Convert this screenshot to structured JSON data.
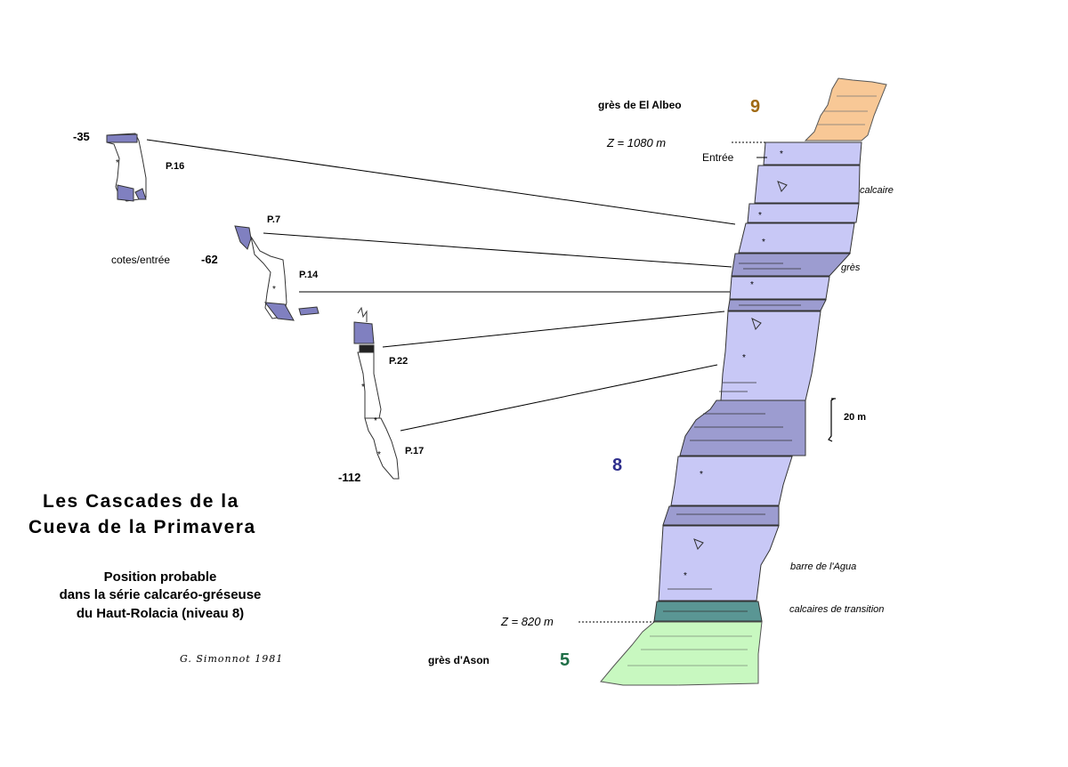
{
  "title": {
    "line1": "Les Cascades de la",
    "line2": "Cueva de la Primavera"
  },
  "subtitle": {
    "line1": "Position probable",
    "line2": "dans la série calcaréo-gréseuse",
    "line3": "du Haut-Rolacia (niveau 8)"
  },
  "signature": "G. Simonnot 1981",
  "depth_labels": {
    "d35": "-35",
    "d62": "-62",
    "d112": "-112",
    "cotes": "cotes/entrée"
  },
  "pitches": {
    "p16": "P.16",
    "p7": "P.7",
    "p14": "P.14",
    "p22": "P.22",
    "p17": "P.17"
  },
  "column": {
    "gres_albeo": "grès de El Albeo",
    "level9": "9",
    "z_top": "Z = 1080 m",
    "entree": "Entrée",
    "calcaire": "calcaire",
    "gres": "grès",
    "scale": "20 m",
    "level8": "8",
    "barre": "barre de l'Agua",
    "transition": "calcaires de transition",
    "z_bottom": "Z = 820 m",
    "gres_ason": "grès d'Ason",
    "level5": "5"
  },
  "colors": {
    "calcaire": "#c8c8f6",
    "gres": "#9c9cd0",
    "albeo": "#f8c896",
    "transition": "#5a9694",
    "ason": "#c8f8c0",
    "level9": "#a06a14",
    "level8": "#2e2e8c",
    "level5": "#1e6e46"
  }
}
